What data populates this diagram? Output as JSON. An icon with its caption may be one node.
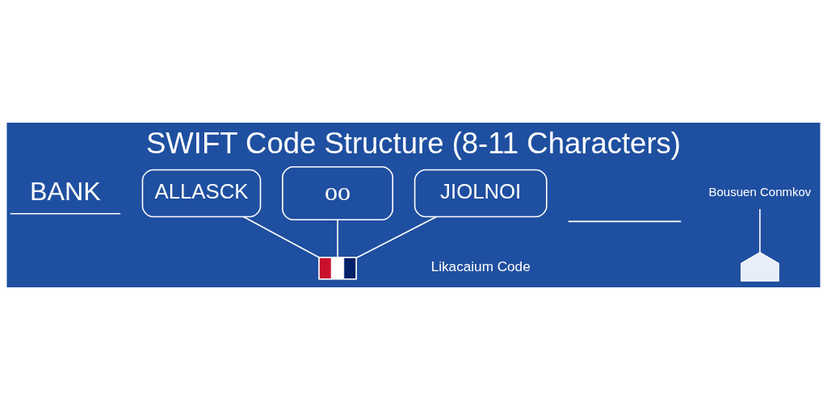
{
  "diagram": {
    "title": "SWIFT Code Structure (8-11 Characters)",
    "nodes": [
      {
        "text": [
          "BANK"
        ]
      },
      {
        "text": [
          "ALLASCK"
        ]
      },
      {
        "text": [
          "oo"
        ]
      },
      {
        "text": [
          "JIOLNOI"
        ]
      },
      {
        "text": [],
        "shape": "box"
      },
      {
        "text": [],
        "shape": "house"
      },
      {
        "text": [
          "Bousuen Conmkov"
        ]
      },
      {
        "text": [],
        "shape": "flag"
      }
    ],
    "edges": [
      {
        "from": 6,
        "to": 5,
        "arrow": "none"
      },
      {
        "from": 1,
        "to": 7,
        "arrow": "none"
      },
      {
        "from": 2,
        "to": 7,
        "arrow": "none"
      },
      {
        "from": 3,
        "to": 7,
        "arrow": "none"
      }
    ],
    "labels": [
      "Likacaium Code"
    ]
  }
}
